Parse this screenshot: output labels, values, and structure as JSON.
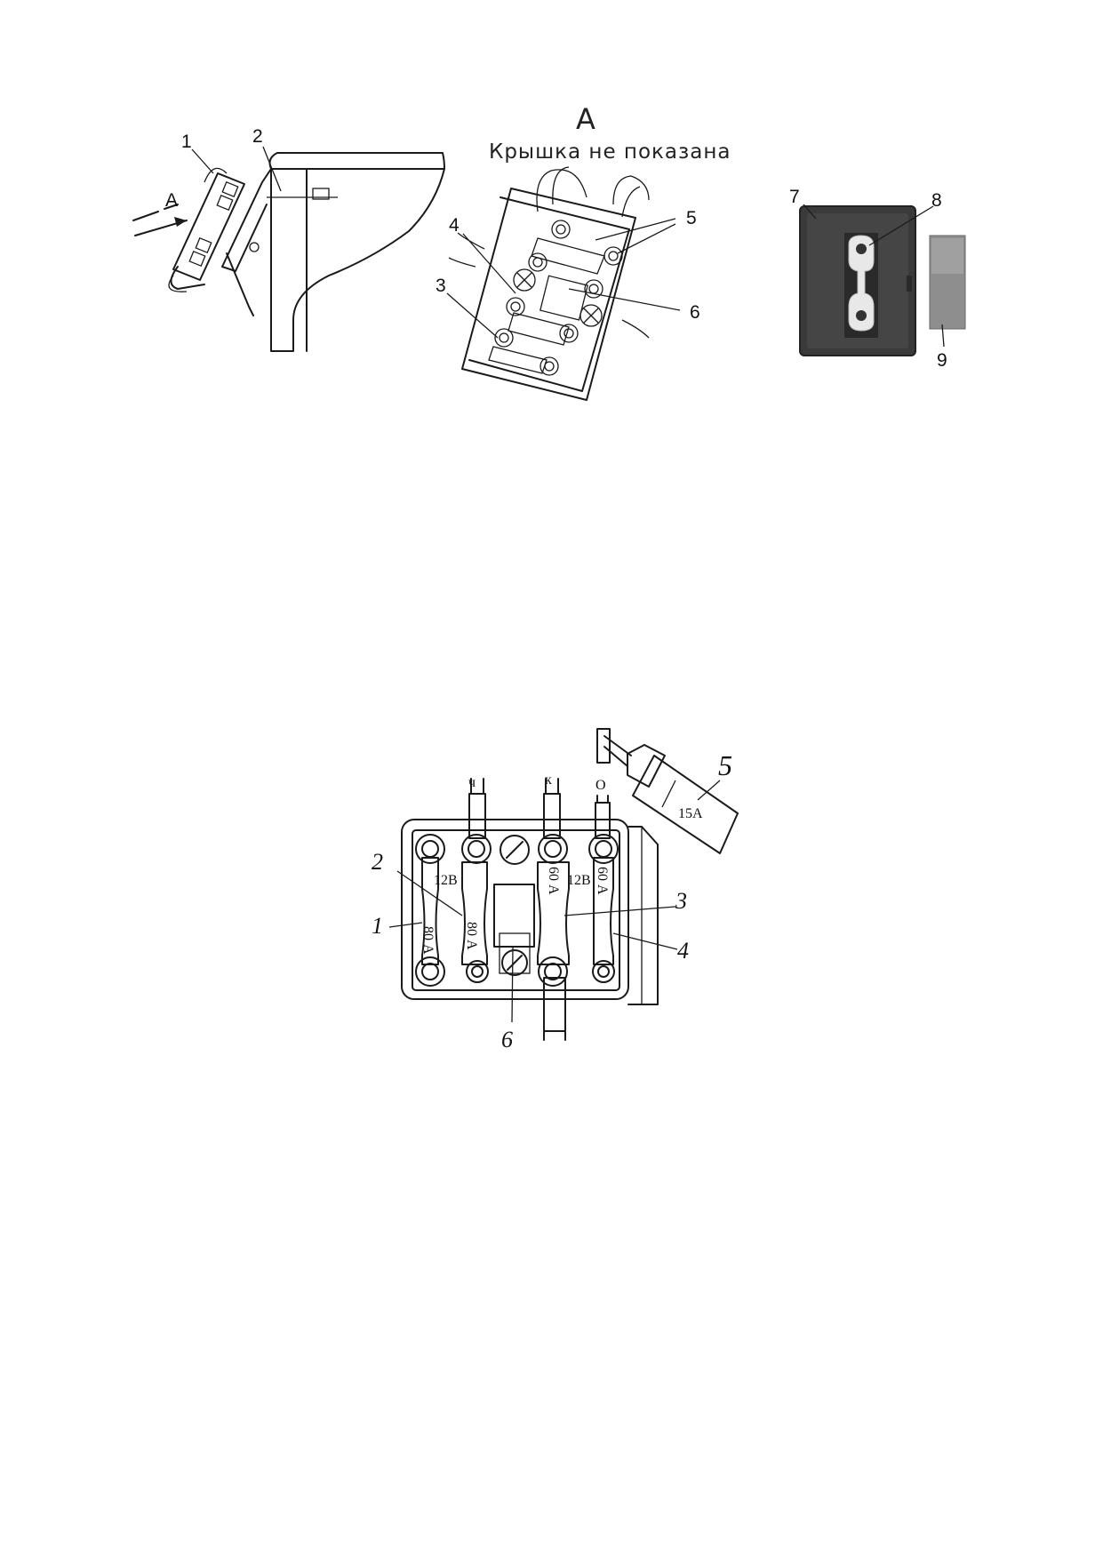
{
  "top_figure": {
    "view_letter": "А",
    "arrow_label": "А",
    "caption": "Крышка   не показана",
    "labels": [
      "1",
      "2",
      "3",
      "4",
      "5",
      "6",
      "7",
      "8",
      "9"
    ]
  },
  "bottom_figure": {
    "wire_labels": [
      "ч",
      "к",
      "О"
    ],
    "ratings": [
      "80 А",
      "80 А",
      "12В",
      "60 А",
      "12В",
      "60 А"
    ],
    "fuse_rating": "15А",
    "labels": [
      "1",
      "2",
      "3",
      "4",
      "5",
      "6"
    ]
  }
}
